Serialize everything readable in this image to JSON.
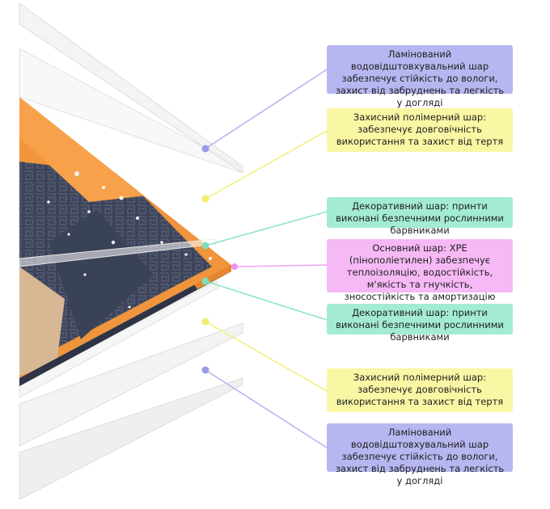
{
  "colors": {
    "purple": "#b6b6f0",
    "yellow": "#f9f7a4",
    "green": "#a3ecd2",
    "pink": "#f6b9f5",
    "mat_navy": "#3b4258",
    "mat_orange": "#f0953c",
    "mat_beige": "#d8b894",
    "mat_white": "#f2f2f2"
  },
  "layers": [
    {
      "id": "top-laminated",
      "color": "purple",
      "text": "Ламінований водовідштовхувальний шар забезпечує стійкість до вологи, захист від забруднень та легкість у догляді"
    },
    {
      "id": "top-polymer",
      "color": "yellow",
      "text": "Захисний полімерний шар: забезпечує довговічність використання та захист від тертя"
    },
    {
      "id": "top-decorative",
      "color": "green",
      "text": "Декоративний шар: принти виконані безпечними рослинними барвниками"
    },
    {
      "id": "core-xpe",
      "color": "pink",
      "text": "Основний шар: XPE (пінополіетилен) забезпечує теплоізоляцію, водостійкість, м'якість та гнучкість, зносостійкість та амортизацію ударів"
    },
    {
      "id": "bottom-decorative",
      "color": "green",
      "text": "Декоративний шар: принти виконані безпечними рослинними барвниками"
    },
    {
      "id": "bottom-polymer",
      "color": "yellow",
      "text": "Захисний полімерний шар: забезпечує довговічність використання та захист від тертя"
    },
    {
      "id": "bottom-laminated",
      "color": "purple",
      "text": "Ламінований водовідштовхувальний шар забезпечує стійкість до вологи, захист від забруднень та легкість у догляді"
    }
  ]
}
